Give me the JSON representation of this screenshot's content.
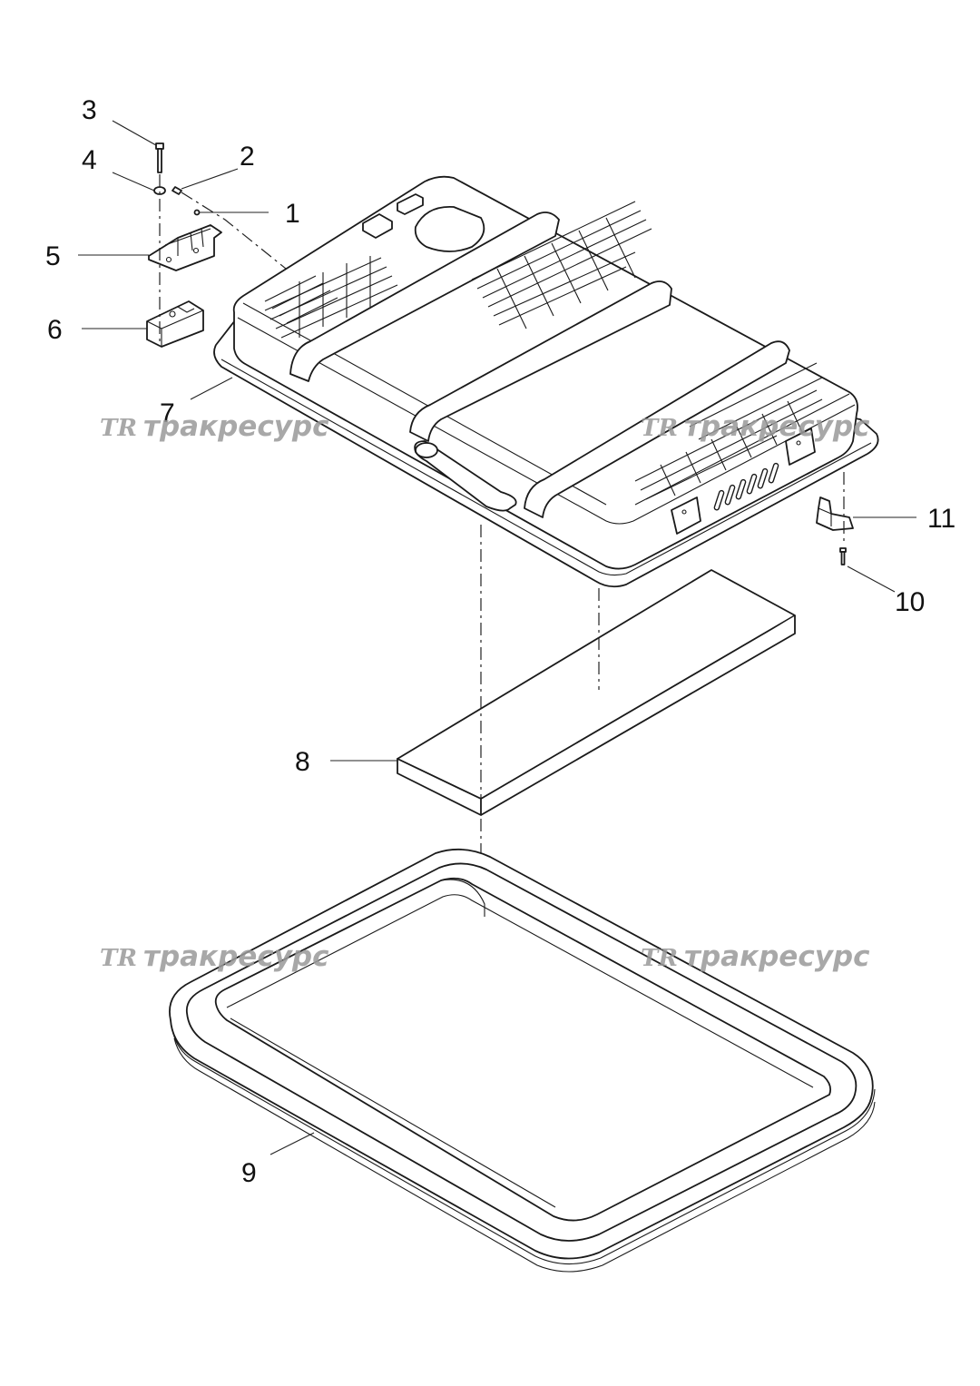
{
  "callouts": [
    {
      "id": "1",
      "text": "1"
    },
    {
      "id": "2",
      "text": "2"
    },
    {
      "id": "3",
      "text": "3"
    },
    {
      "id": "4",
      "text": "4"
    },
    {
      "id": "5",
      "text": "5"
    },
    {
      "id": "6",
      "text": "6"
    },
    {
      "id": "7",
      "text": "7"
    },
    {
      "id": "8",
      "text": "8"
    },
    {
      "id": "9",
      "text": "9"
    },
    {
      "id": "10",
      "text": "10"
    },
    {
      "id": "11",
      "text": "11"
    }
  ],
  "watermark": {
    "logo": "TR",
    "text": "тракресурс",
    "color": "#9a9a9a"
  }
}
